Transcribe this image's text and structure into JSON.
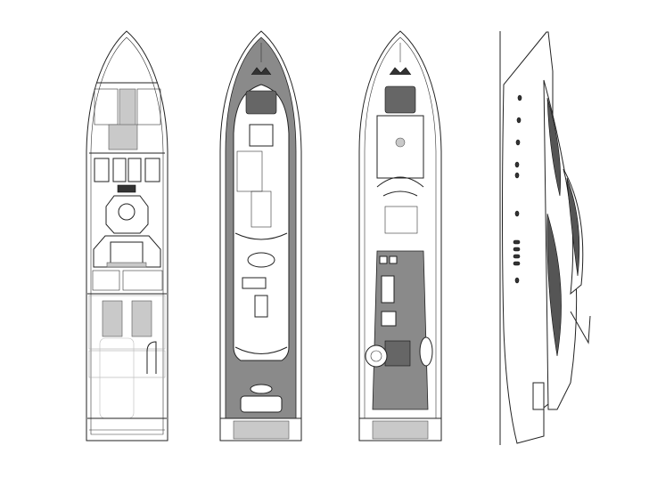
{
  "drawing": {
    "views": [
      "lower-deck-plan",
      "main-deck-plan",
      "upper-deck-plan",
      "side-profile"
    ],
    "colors": {
      "line": "#222222",
      "teak_deck": "#8a8a8a",
      "light_fill": "#c9c9c9",
      "dark_fill": "#333333",
      "background": "#ffffff"
    }
  }
}
